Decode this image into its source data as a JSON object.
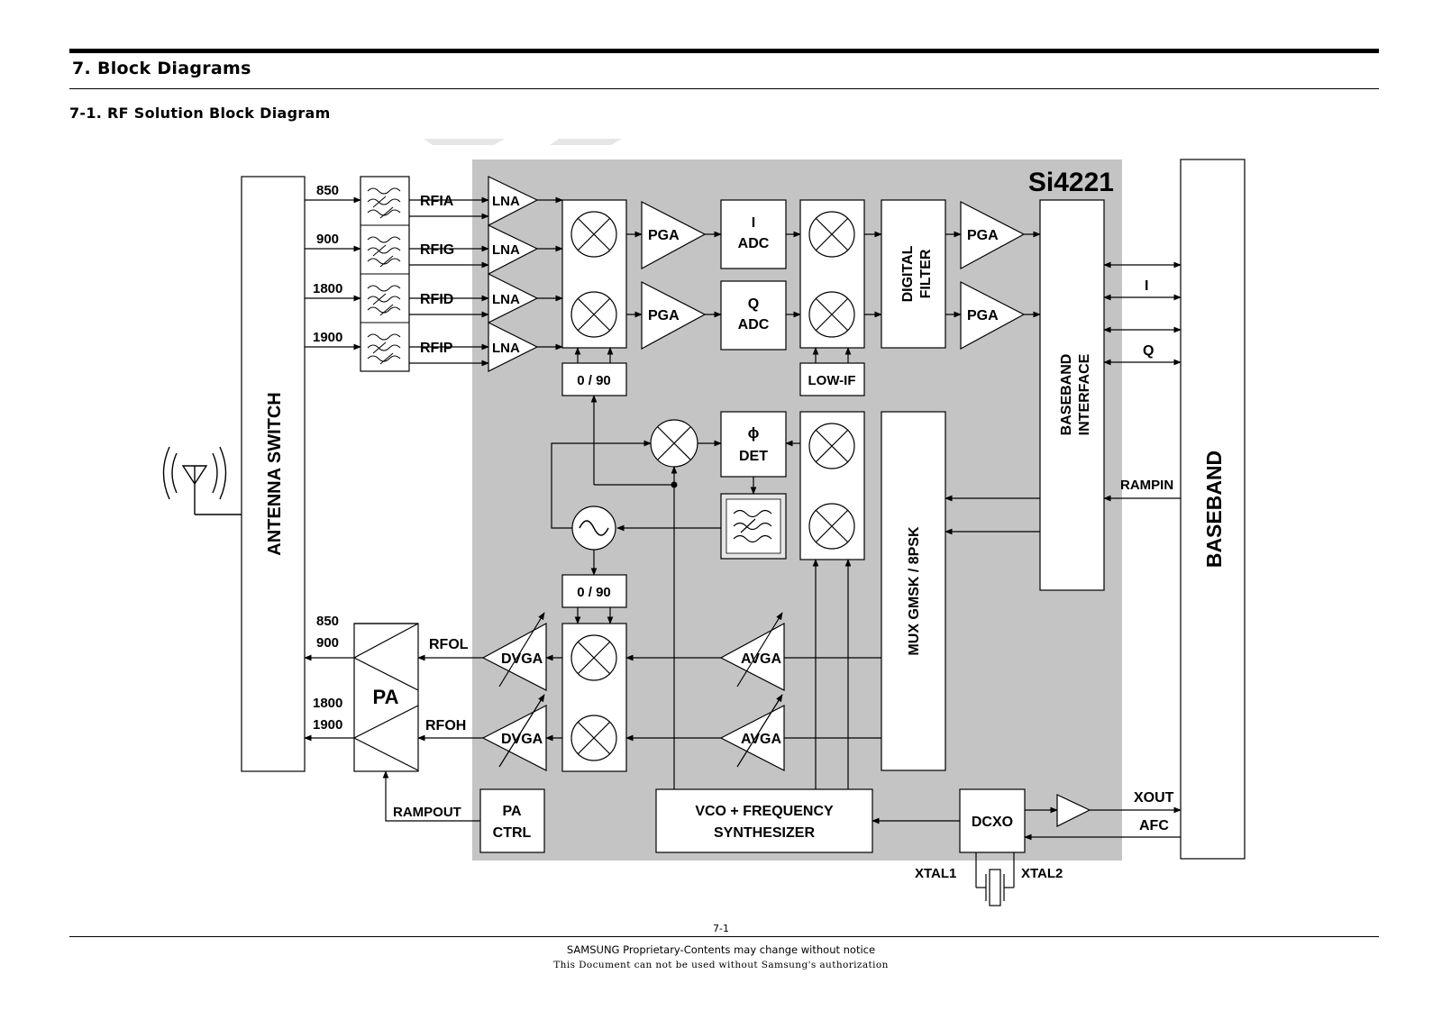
{
  "header": {
    "title": "7. Block Diagrams",
    "subtitle": "7-1. RF Solution Block Diagram"
  },
  "diagram": {
    "chip_name": "Si4221",
    "antenna_switch": "ANTENNA SWITCH",
    "baseband": "BASEBAND",
    "rx_bands": [
      "850",
      "900",
      "1800",
      "1900"
    ],
    "rx_ports": [
      "RFIA",
      "RFIG",
      "RFID",
      "RFIP"
    ],
    "lna": "LNA",
    "pga": "PGA",
    "i_adc": [
      "I",
      "ADC"
    ],
    "q_adc": [
      "Q",
      "ADC"
    ],
    "digital_filter": [
      "DIGITAL",
      "FILTER"
    ],
    "baseband_interface": [
      "BASEBAND",
      "INTERFACE"
    ],
    "phase_90": "0 / 90",
    "low_if": "LOW-IF",
    "phi_det": [
      "ϕ",
      "DET"
    ],
    "mux": "MUX GMSK / 8PSK",
    "iq_labels": [
      "I",
      "Q"
    ],
    "rampin": "RAMPIN",
    "tx_bands_low": [
      "850",
      "900"
    ],
    "tx_bands_high": [
      "1800",
      "1900"
    ],
    "pa": "PA",
    "tx_ports": [
      "RFOL",
      "RFOH"
    ],
    "dvga": "DVGA",
    "avga": "AVGA",
    "rampout": "RAMPOUT",
    "pa_ctrl": [
      "PA",
      "CTRL"
    ],
    "vco": [
      "VCO + FREQUENCY",
      "SYNTHESIZER"
    ],
    "dcxo": "DCXO",
    "xout": "XOUT",
    "afc": "AFC",
    "xtal": [
      "XTAL1",
      "XTAL2"
    ]
  },
  "footer": {
    "page_number": "7-1",
    "line1": "SAMSUNG Proprietary-Contents may change without notice",
    "line2": "This Document can not be used without Samsung's authorization"
  }
}
